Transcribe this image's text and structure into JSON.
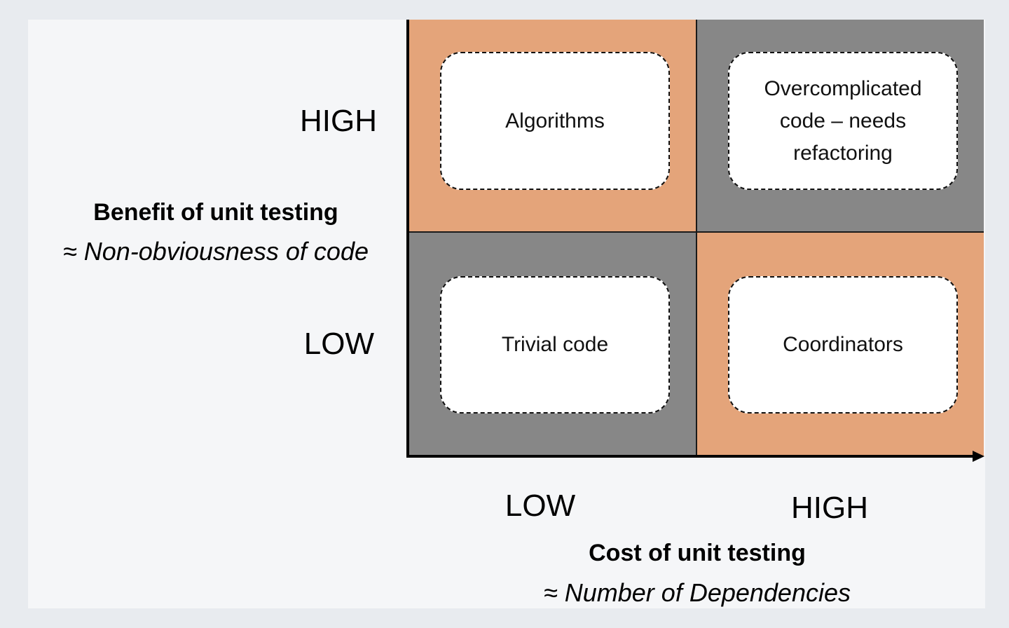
{
  "colors": {
    "page_background": "#e8ebef",
    "card_background": "#f5f6f8",
    "orange_quadrant": "#e4a47a",
    "grey_quadrant": "#878787",
    "box_fill": "#ffffff",
    "box_border": "#111111"
  },
  "quadrants": {
    "top_left": {
      "label": "Algorithms",
      "color": "orange"
    },
    "top_right": {
      "label": "Overcomplicated\ncode – needs\nrefactoring",
      "color": "grey"
    },
    "bottom_left": {
      "label": "Trivial code",
      "color": "grey"
    },
    "bottom_right": {
      "label": "Coordinators",
      "color": "orange"
    }
  },
  "y_axis": {
    "high_label": "HIGH",
    "low_label": "LOW",
    "title": "Benefit of unit testing",
    "subtitle": "≈ Non-obviousness of code"
  },
  "x_axis": {
    "low_label": "LOW",
    "high_label": "HIGH",
    "title": "Cost of unit testing",
    "subtitle": "≈ Number of Dependencies"
  }
}
